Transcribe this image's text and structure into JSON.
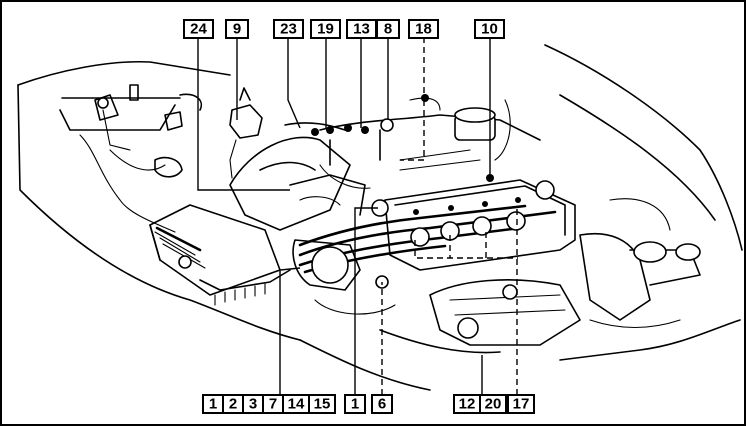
{
  "diagram": {
    "callouts_top": [
      "24",
      "9",
      "23",
      "19",
      "13",
      "8",
      "18",
      "10"
    ],
    "callouts_bottom_left": [
      "1",
      "2",
      "3",
      "7",
      "14",
      "15"
    ],
    "callouts_bottom_mid": [
      "1",
      "6"
    ],
    "callouts_bottom_right": [
      "12",
      "20",
      "17"
    ]
  },
  "colors": {
    "ink": "#000000",
    "paper": "#ffffff"
  }
}
